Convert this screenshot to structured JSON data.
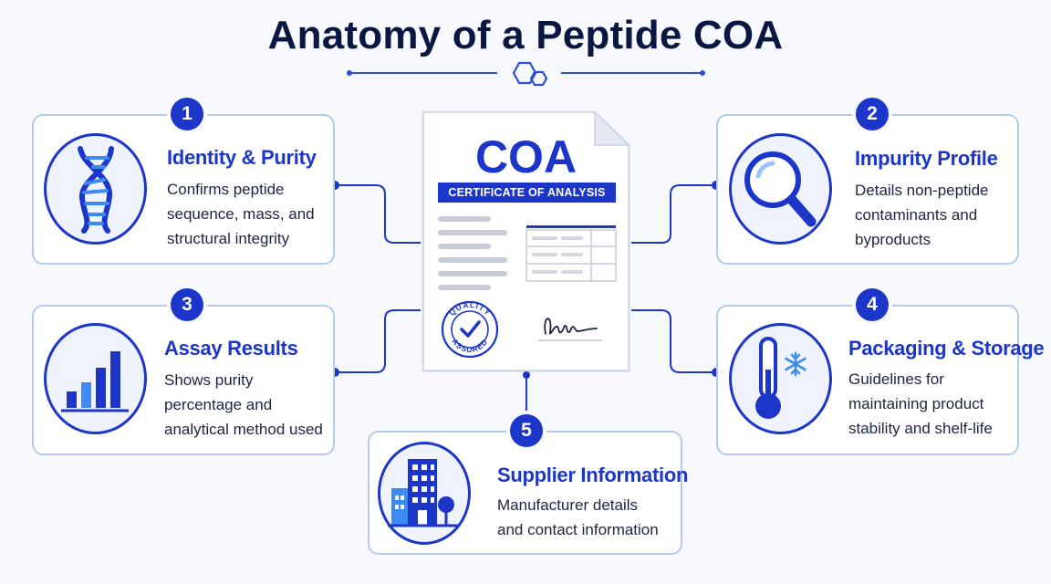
{
  "title": "Anatomy of a Peptide COA",
  "colors": {
    "accent": "#1b36c9",
    "title": "#0a1742",
    "card_border": "#b6c9ef",
    "icon_fill": "#eef3fd",
    "light_blue": "#3d8af0"
  },
  "document": {
    "heading": "COA",
    "banner": "CERTIFICATE OF ANALYSIS",
    "stamp_top": "QUALITY",
    "stamp_bottom": "ASSURED",
    "stamp_icon": "check-icon",
    "signature_icon": "signature-icon"
  },
  "sections": {
    "identity": {
      "number": "1",
      "title": "Identity & Purity",
      "description": "Confirms peptide\nsequence, mass, and\nstructural integrity",
      "icon": "dna-icon"
    },
    "impurity": {
      "number": "2",
      "title": "Impurity Profile",
      "description": "Details non-peptide\ncontaminants and\nbyproducts",
      "icon": "magnifier-icon"
    },
    "assay": {
      "number": "3",
      "title": "Assay Results",
      "description": "Shows purity\npercentage and\nanalytical method used",
      "icon": "bar-chart-icon"
    },
    "packaging": {
      "number": "4",
      "title": "Packaging & Storage",
      "description": "Guidelines for\nmaintaining product\nstability and shelf-life",
      "icon": "thermometer-icon"
    },
    "supplier": {
      "number": "5",
      "title": "Supplier Information",
      "description": "Manufacturer details\nand contact information",
      "icon": "building-icon"
    }
  }
}
